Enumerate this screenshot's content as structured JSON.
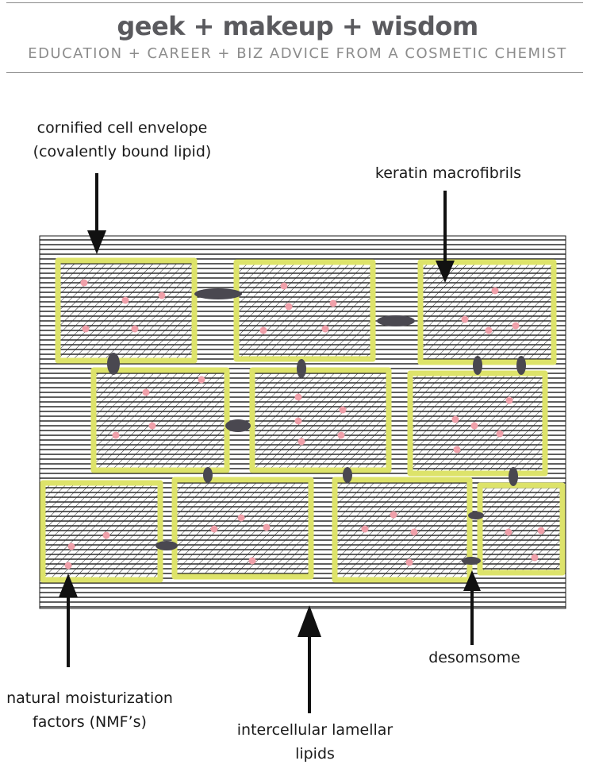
{
  "header": {
    "title": "geek + makeup + wisdom",
    "tagline": "EDUCATION + CAREER + BIZ ADVICE FROM A COSMETIC CHEMIST"
  },
  "labels": {
    "cornified_line1": "cornified cell envelope",
    "cornified_line2": "(covalently bound lipid)",
    "keratin": "keratin macrofibrils",
    "nmf_line1": "natural moisturization",
    "nmf_line2": "factors (NMF’s)",
    "lamellar_line1": "intercellular lamellar",
    "lamellar_line2": "lipids",
    "desmosome": "desomsome"
  },
  "colors": {
    "envelope": "#dde36a",
    "desmosome": "#4a4850",
    "nmf": "#f0a0aa",
    "lamellar_lines": "#1a1a1a",
    "hatch": "#2a2a2a"
  }
}
